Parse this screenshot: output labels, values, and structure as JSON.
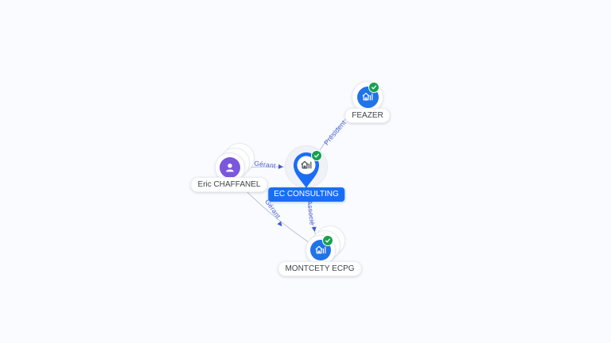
{
  "graph": {
    "nodes": [
      {
        "id": "feazer",
        "label": "FEAZER",
        "type": "company",
        "verified": true,
        "selected": false
      },
      {
        "id": "ec-consulting",
        "label": "EC CONSULTING",
        "type": "company",
        "verified": true,
        "selected": true
      },
      {
        "id": "eric-chaffanel",
        "label": "Eric CHAFFANEL",
        "type": "person",
        "verified": false,
        "selected": false
      },
      {
        "id": "montcety-ecpg",
        "label": "MONTCETY ECPG",
        "type": "company",
        "verified": true,
        "selected": false
      }
    ],
    "edges": [
      {
        "from": "EC CONSULTING",
        "to": "FEAZER",
        "label": "Président"
      },
      {
        "from": "Eric CHAFFANEL",
        "to": "EC CONSULTING",
        "label": "Gérant"
      },
      {
        "from": "Eric CHAFFANEL",
        "to": "MONTCETY ECPG",
        "label": "Gérant"
      },
      {
        "from": "EC CONSULTING",
        "to": "MONTCETY ECPG",
        "label": "Associé"
      }
    ]
  },
  "icons": {
    "company": "company-building-icon",
    "person": "person-icon",
    "verified": "verified-check-icon",
    "selected_marker": "map-pin-icon"
  },
  "colors": {
    "background": "#fafbfe",
    "company_node": "#2173e8",
    "person_node": "#7b57dd",
    "verified_badge": "#17a24f",
    "edge_line": "#b9c3d8",
    "edge_label": "#4a5fd6",
    "selected_label_bg": "#1a6ef5",
    "node_label_text": "#3f4247"
  }
}
